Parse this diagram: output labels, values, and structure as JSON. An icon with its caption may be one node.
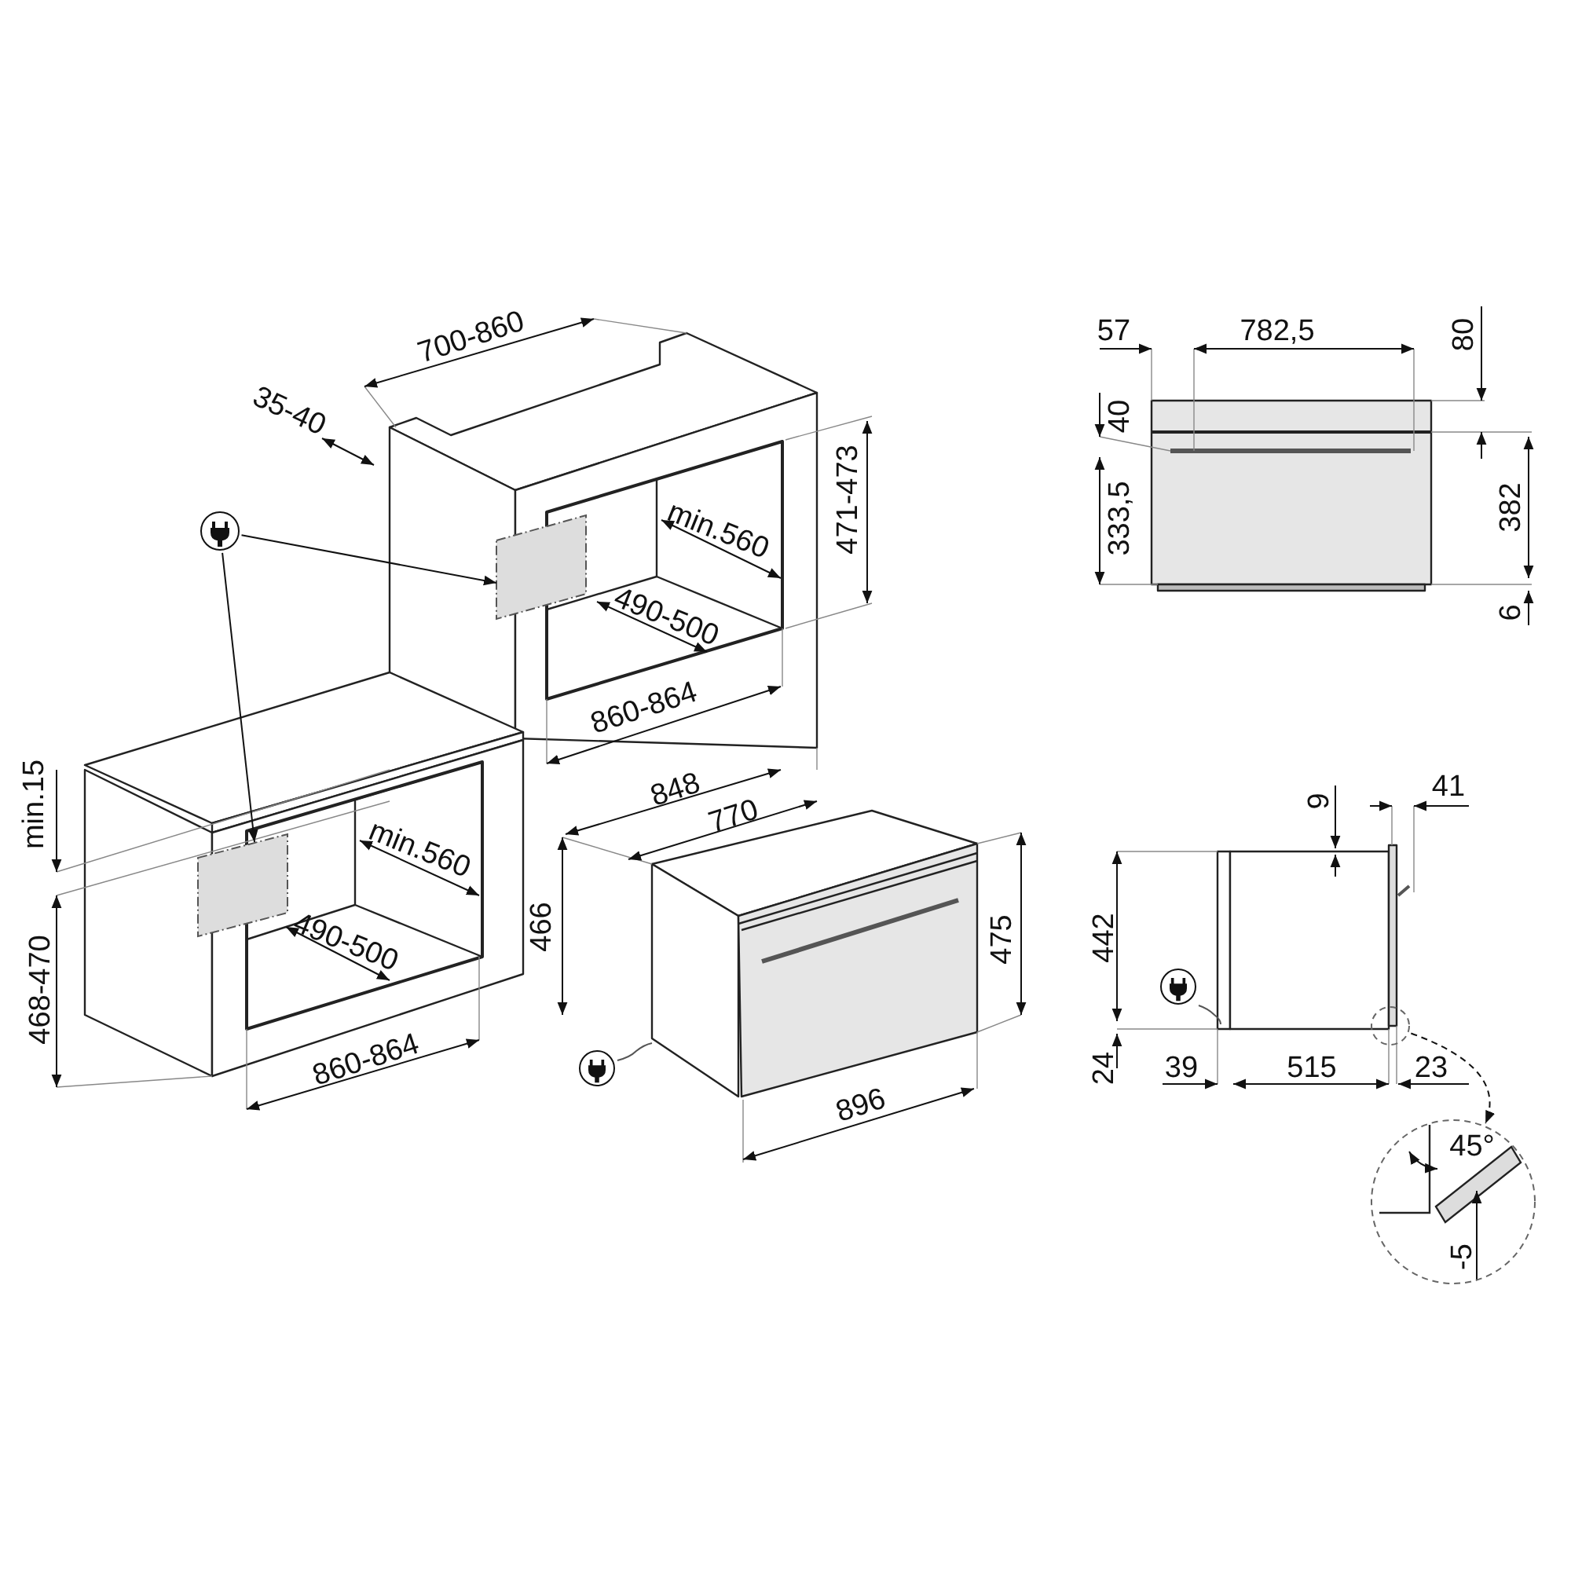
{
  "diagram": {
    "nodes": [
      {
        "text": [],
        "shape": "picture"
      },
      {
        "text": [],
        "shape": "box"
      },
      {
        "text": [],
        "shape": "box"
      },
      {
        "text": [],
        "shape": "circle"
      },
      {
        "text": [],
        "shape": "circle"
      }
    ],
    "edges": [
      {
        "from": 0,
        "to": 1,
        "arrow": "to"
      },
      {
        "from": 0,
        "to": 2,
        "arrow": "to"
      },
      {
        "from": 3,
        "to": 4,
        "arrow": "to",
        "style": "dashed"
      }
    ],
    "labels": [
      "700-860",
      "35-40",
      "471-473",
      "min.560",
      "490-500",
      "860-864",
      "848",
      "770",
      "min.15",
      "min.560",
      "490-500",
      "466",
      "475",
      "468-470",
      "860-864",
      "896",
      "57",
      "782,5",
      "80",
      "40",
      "333,5",
      "382",
      "6",
      "9",
      "41",
      "442",
      "24",
      "39",
      "515",
      "23",
      "45°",
      "-5"
    ]
  }
}
